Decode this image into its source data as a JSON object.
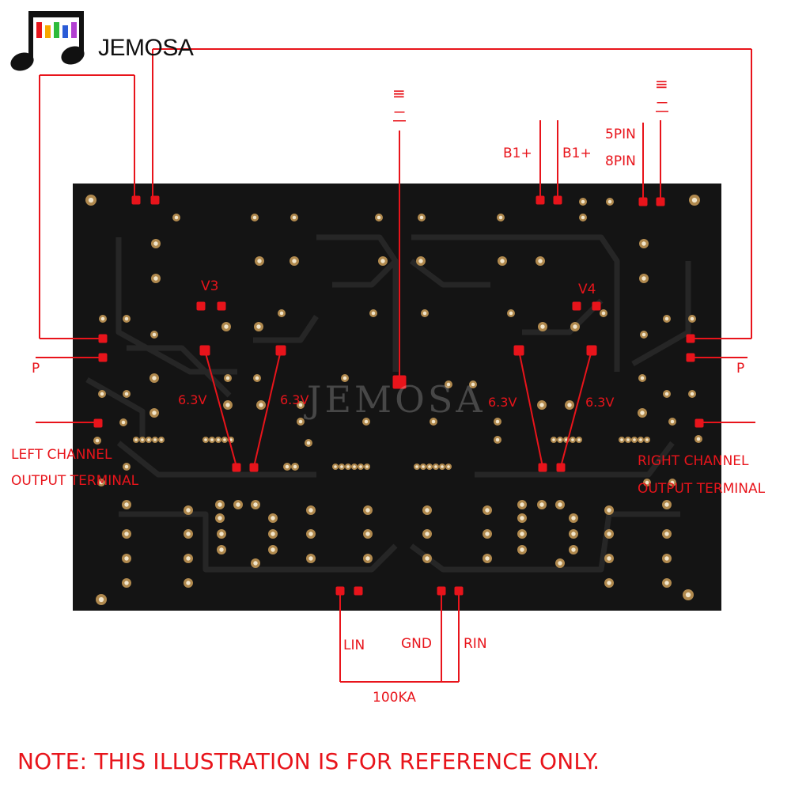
{
  "brand": {
    "name": "JEMOSA",
    "bar_colors": [
      "#e8141b",
      "#f7a800",
      "#2dbb3a",
      "#2a5bd7",
      "#b23fd1"
    ]
  },
  "colors": {
    "board": "#141414",
    "trace": "#262626",
    "pad_ring": "#b0894e",
    "pad_hole": "#f2e6cc",
    "wire": "#e8141b"
  },
  "watermark": "JEMOSA",
  "labels": {
    "heater_top": "≡",
    "heater_top_sub": "二",
    "heater_right": "≡",
    "heater_right_sub": "二",
    "b1_left": "B1+",
    "b1_right": "B1+",
    "pin5": "5PIN",
    "pin8": "8PIN",
    "v3": "V3",
    "v4": "V4",
    "p_left": "P",
    "p_right": "P",
    "h1": "6.3V",
    "h2": "6.3V",
    "h3": "6.3V",
    "h4": "6.3V",
    "left_out_1": "LEFT CHANNEL",
    "left_out_2": "OUTPUT TERMINAL",
    "right_out_1": "RIGHT CHANNEL",
    "right_out_2": "OUTPUT TERMINAL",
    "lin": "LIN",
    "gnd": "GND",
    "rin": "RIN",
    "pot": "100KA"
  },
  "note": "NOTE: THIS ILLUSTRATION IS FOR REFERENCE ONLY."
}
